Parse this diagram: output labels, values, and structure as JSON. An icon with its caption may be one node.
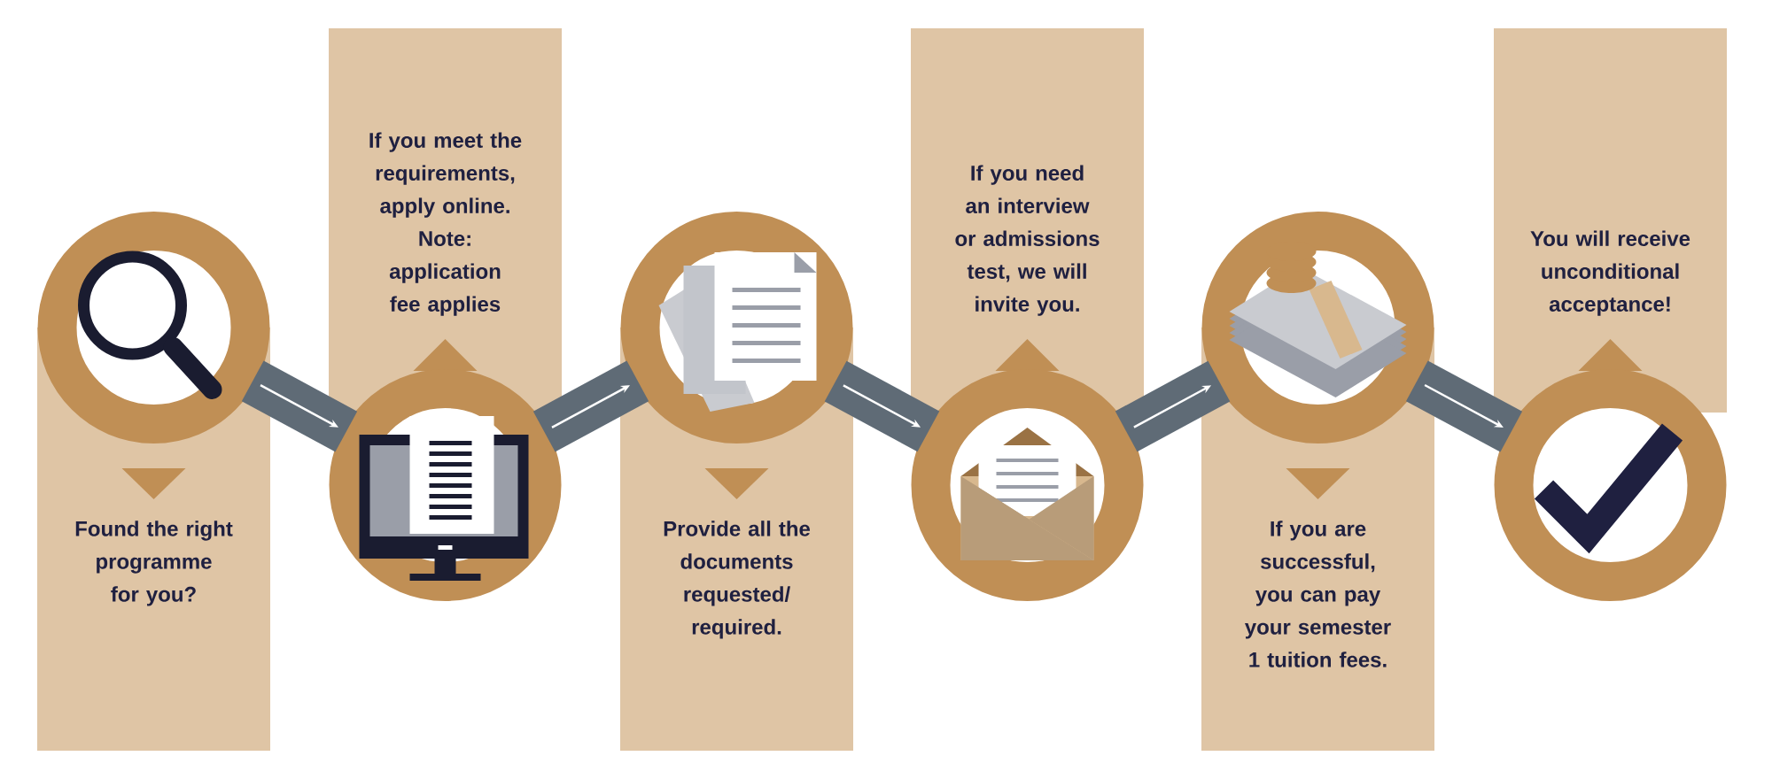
{
  "diagram": {
    "nodes": [
      {
        "text": [
          "Found the right programme for you?"
        ]
      },
      {
        "text": [],
        "shape": "circle"
      },
      {
        "text": [
          "If you meet the requirements, apply online. Note: application fee applies"
        ]
      },
      {
        "text": [],
        "shape": "circle"
      },
      {
        "text": [
          "Provide all the documents requested/ required."
        ]
      },
      {
        "text": [],
        "shape": "circle"
      },
      {
        "text": [
          "If you need an interview or admissions test, we will invite you."
        ]
      },
      {
        "text": [],
        "shape": "circle"
      },
      {
        "text": [
          "If you are successful, you can pay your semester 1 tuition fees."
        ]
      },
      {
        "text": [],
        "shape": "circle"
      },
      {
        "text": [
          "You will receive unconditional acceptance!"
        ]
      },
      {
        "text": [],
        "shape": "circle"
      }
    ],
    "edges": [
      {
        "from": 1,
        "to": 3,
        "arrow": "to"
      },
      {
        "from": 3,
        "to": 5,
        "arrow": "to"
      },
      {
        "from": 5,
        "to": 7,
        "arrow": "to"
      },
      {
        "from": 7,
        "to": 9,
        "arrow": "to"
      },
      {
        "from": 9,
        "to": 11,
        "arrow": "to"
      }
    ]
  }
}
